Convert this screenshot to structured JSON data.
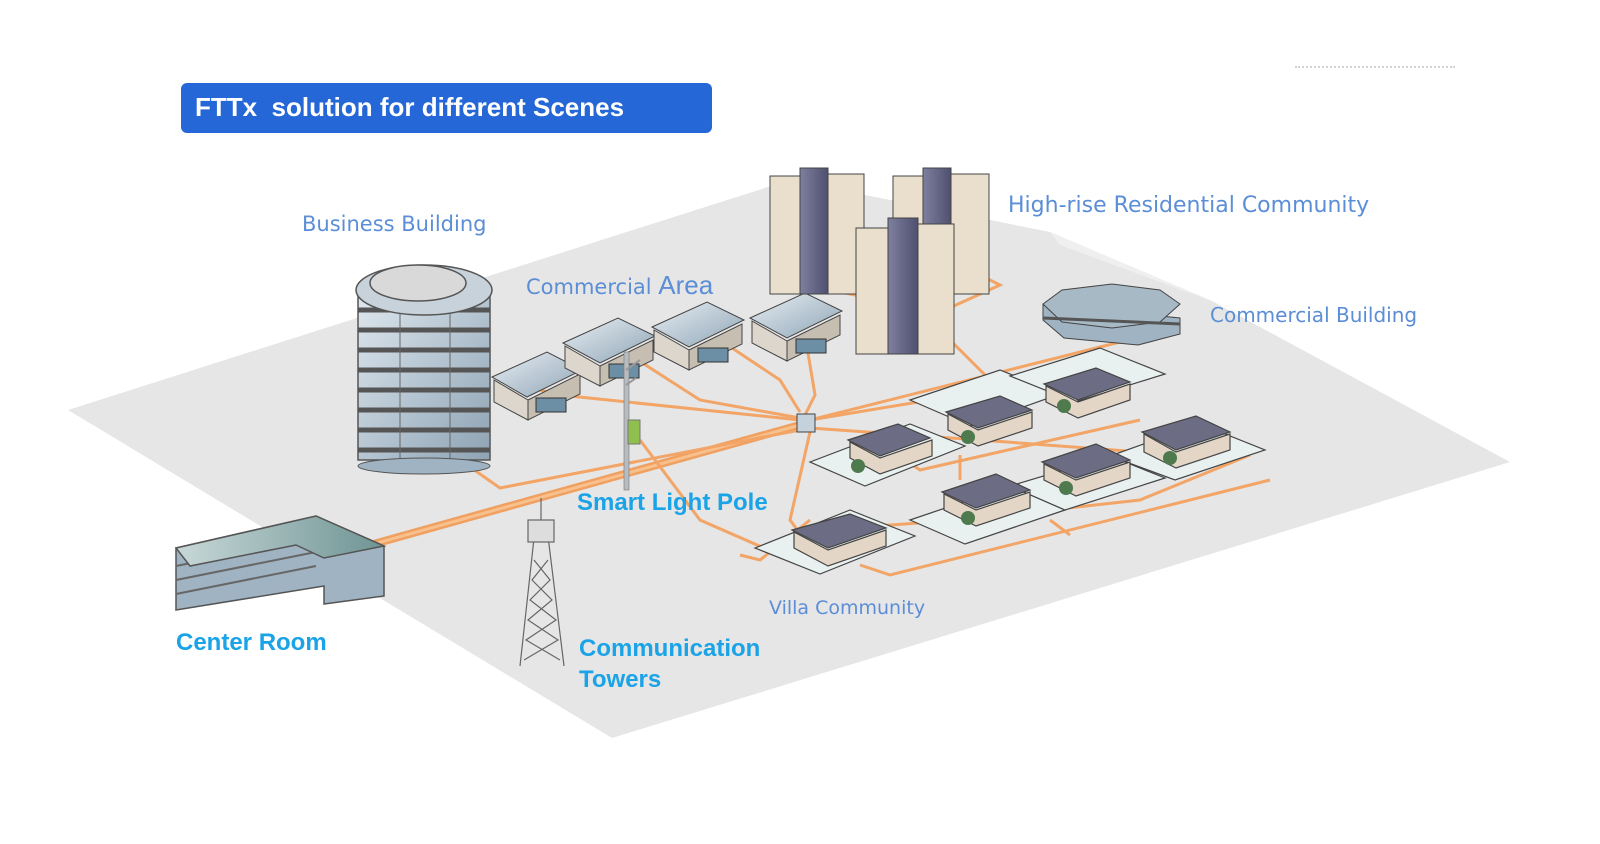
{
  "title": "FTTx  solution for different Scenes",
  "colors": {
    "title_bg": "#2567d6",
    "label_light": "#5b8ed6",
    "label_bold": "#1aa3e6",
    "fiber": "#f2a566",
    "ground": "#e6e6e6"
  },
  "scenes": {
    "business_building": "Business Building",
    "commercial_area_a": "Commercial ",
    "commercial_area_b": "Area",
    "high_rise": "High-rise Residential Community",
    "commercial_building": "Commercial Building",
    "smart_light_pole": "Smart Light Pole",
    "villa_community": "Villa Community",
    "center_room": "Center Room",
    "communication_towers_line1": "Communication",
    "communication_towers_line2": "Towers"
  },
  "icons": {
    "center_room": "office-building-icon",
    "business_building": "tower-building-icon",
    "commercial_shops": "shop-icon",
    "high_rise": "apartment-icon",
    "commercial_building": "octagon-building-icon",
    "villas": "house-icon",
    "light_pole": "street-light-icon",
    "tower": "cell-tower-icon",
    "splitter": "distribution-box-icon"
  }
}
